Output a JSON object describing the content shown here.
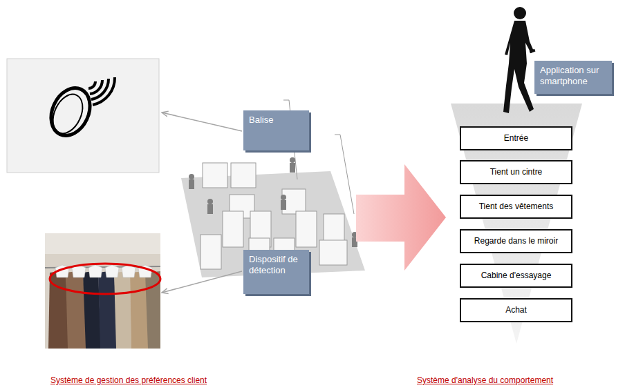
{
  "diagram": {
    "nodes": [
      {
        "text": [
          "Balise"
        ]
      },
      {
        "text": [
          "Dispositif de détection"
        ]
      },
      {
        "text": [
          "Application sur smartphone"
        ]
      },
      {
        "text": [
          "Entrée"
        ]
      },
      {
        "text": [
          "Tient un cintre"
        ]
      },
      {
        "text": [
          "Tient des vêtements"
        ]
      },
      {
        "text": [
          "Regarde dans le miroir"
        ]
      },
      {
        "text": [
          "Cabine d'essayage"
        ]
      },
      {
        "text": [
          "Achat"
        ]
      }
    ],
    "labels": [
      "Système de gestion des préférences client",
      "Système d'analyse du comportement"
    ]
  }
}
